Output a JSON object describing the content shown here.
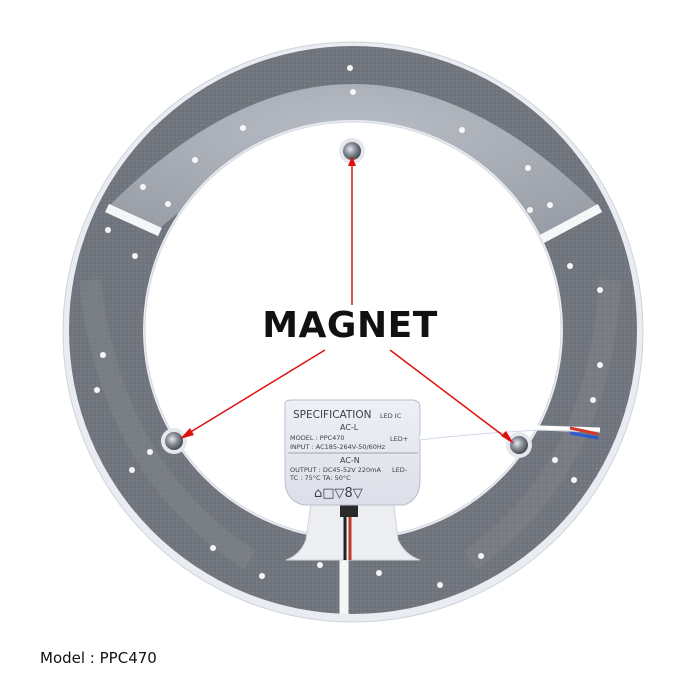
{
  "callout_label": "MAGNET",
  "caption": "Model : PPC470",
  "label_plate": {
    "title": "SPECIFICATION",
    "title_sub": "LED IC",
    "line_acl": "AC-L",
    "model": "MODEL : PPC470",
    "led_plus": "LED+",
    "input": "INPUT : AC185-264V-50/60Hz",
    "line_acn": "AC-N",
    "output": "OUTPUT : DC45-52V 220mA",
    "led_minus": "LED-",
    "tc": "TC : 75°C TA: 50°C",
    "symbols": "⌂□▽8▽"
  },
  "colors": {
    "accent_line": "#e01010",
    "board_dark": "#6f737a",
    "board_light": "#a9adb5",
    "text": "#111111"
  }
}
